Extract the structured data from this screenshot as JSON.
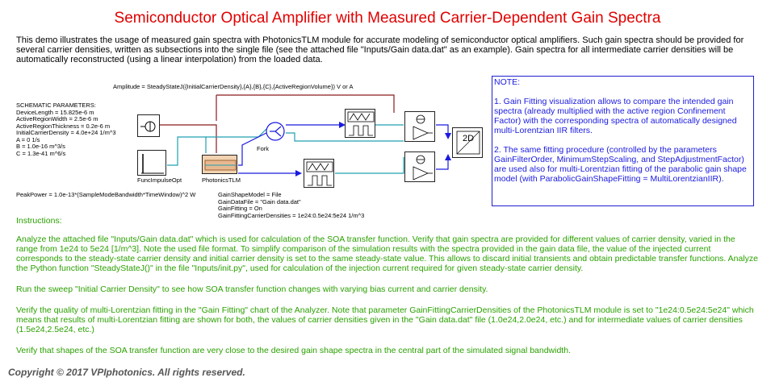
{
  "title": "Semiconductor Optical Amplifier with Measured Carrier-Dependent Gain Spectra",
  "intro": "This demo illustrates the usage of measured gain spectra with PhotonicsTLM module for accurate modeling of semiconductor optical amplifiers. Such gain spectra should be provided for several carrier densities, written as subsections into the single file (see the attached file \"Inputs/Gain data.dat\" as an example). Gain spectra for all intermediate carrier densities will be automatically reconstructed (using a linear  interpolation) from the loaded data.",
  "schematic": {
    "amplitude_expr": "Amplitude = SteadyStateJ({InitialCarrierDensity},{A},{B},{C},{ActiveRegionVolume}) V or A",
    "params_header": "SCHEMATIC PARAMETERS:",
    "params": [
      "DeviceLength = 15.825e-6 m",
      "ActiveRegionWidth = 2.5e-6 m",
      "ActiveRegionThickness = 0.2e-6 m",
      "InitialCarrierDensity = 4.0e+24 1/m^3",
      "A = 0 1/s",
      "B = 1.0e-16 m^3/s",
      "C = 1.3e-41 m^6/s"
    ],
    "peak_power": "PeakPower = 1.0e-13*(SampleModeBandwidth*TimeWindow)^2 W",
    "tlm_params": [
      "GainShapeModel = File",
      "GainDataFile = \"Gain data.dat\"",
      "GainFitting = On",
      "GainFittingCarrierDensities = 1e24:0.5e24:5e24 1/m^3"
    ],
    "labels": {
      "func_impulse": "FuncImpulseOpt",
      "photonics_tlm": "PhotonicsTLM",
      "fork": "Fork",
      "plot_2d": "2D"
    }
  },
  "note": {
    "heading": "NOTE:",
    "p1": "1. Gain Fitting visualization allows to compare the intended gain spectra (already multiplied with the active region Confinement Factor) with the corresponding spectra of automatically designed multi-Lorentzian IIR filters.",
    "p2": "2. The same fitting procedure (controlled by the parameters GainFilterOrder, MinimumStepScaling, and StepAdjustmentFactor) are used also for multi-Lorentzian fitting of the parabolic gain shape model (with ParabolicGainShapeFitting = MultiLorentzianIIR)."
  },
  "instructions": {
    "heading": "Instructions:",
    "paragraphs": [
      "Analyze the attached file \"Inputs/Gain data.dat\" which is used for calculation of the SOA transfer function. Verify that gain spectra are provided for different values of carrier density, varied in the range from 1e24 to 5e24 [1/m^3]. Note the used file format. To simplify comparison of the simulation results with the spectra provided in the gain data file, the value of the injected current corresponds to the steady-state carrier density and initial carrier density is set to the same steady-state value. This allows to discard initial transients and obtain predictable transfer functions. Analyze the Python function \"SteadyStateJ()\" in the file \"Inputs/init.py\", used for calculation of the injection current required for given steady-state carrier density.",
      "Run the sweep \"Initial Carrier Density\" to see how SOA transfer function changes with varying bias current and carrier density.",
      "Verify the quality of multi-Lorentzian fitting in the \"Gain Fitting\" chart of the Analyzer. Note that parameter GainFittingCarrierDensities of the PhotonicsTLM module is set to \"1e24:0.5e24:5e24\" which means that results of multi-Lorentzian fitting are shown for both, the values of carrier densities given in the \"Gain data.dat\" file (1.0e24,2.0e24, etc.) and for intermediate values of carrier densities (1.5e24,2.5e24, etc.)",
      "Verify that shapes of the SOA transfer function are very close to the desired gain shape spectra in the central part of the simulated signal bandwidth."
    ]
  },
  "copyright": "Copyright © 2017 VPIphotonics. All rights reserved.",
  "colors": {
    "title": "#e00000",
    "note": "#1a1ae0",
    "instructions": "#2aa000",
    "wire_electrical": "#8b1a1a",
    "wire_optical": "#20a0b0",
    "wire_blue": "#1a1ae0"
  }
}
